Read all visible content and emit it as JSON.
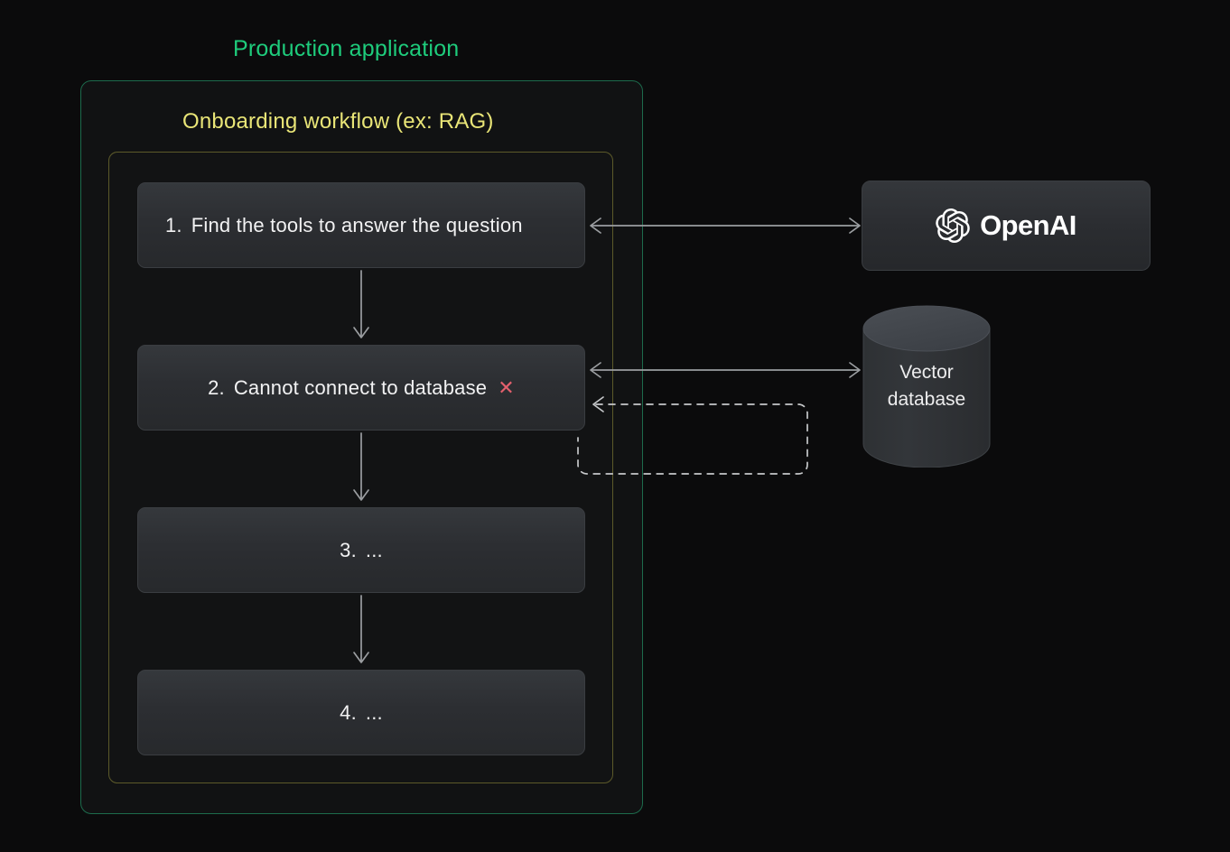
{
  "diagram": {
    "background_color": "#0b0b0c",
    "outer_container": {
      "label": "Production application",
      "border_color": "#1d6b4c",
      "label_color": "#1ecc7c"
    },
    "inner_container": {
      "label": "Onboarding workflow (ex: RAG)",
      "border_color": "#5c5a2a",
      "label_color": "#e9e577"
    },
    "steps": [
      {
        "number": "1.",
        "text": "Find the tools to answer the question",
        "status": "",
        "status_color": ""
      },
      {
        "number": "2.",
        "text": "Cannot connect to database",
        "status": "✕",
        "status_color": "#e4606d"
      },
      {
        "number": "3.",
        "text": "...",
        "status": "",
        "status_color": ""
      },
      {
        "number": "4.",
        "text": "...",
        "status": "",
        "status_color": ""
      }
    ],
    "services": {
      "openai": {
        "name": "OpenAI",
        "icon": "openai-blossom-logo"
      },
      "vector_database": {
        "line1": "Vector",
        "line2": "database",
        "shape": "cylinder"
      }
    },
    "connectors": [
      {
        "name": "step1-openai",
        "type": "bidirectional-arrow",
        "style": "solid",
        "color": "#9b9ea1"
      },
      {
        "name": "step2-vectordb",
        "type": "bidirectional-arrow",
        "style": "solid",
        "color": "#9b9ea1"
      },
      {
        "name": "retry-loop",
        "type": "single-arrow",
        "style": "dashed",
        "color": "#c6c8ca"
      },
      {
        "name": "step1-to-step2",
        "type": "single-arrow",
        "style": "solid",
        "color": "#9b9ea1"
      },
      {
        "name": "step2-to-step3",
        "type": "single-arrow",
        "style": "solid",
        "color": "#9b9ea1"
      },
      {
        "name": "step3-to-step4",
        "type": "single-arrow",
        "style": "solid",
        "color": "#9b9ea1"
      }
    ]
  }
}
